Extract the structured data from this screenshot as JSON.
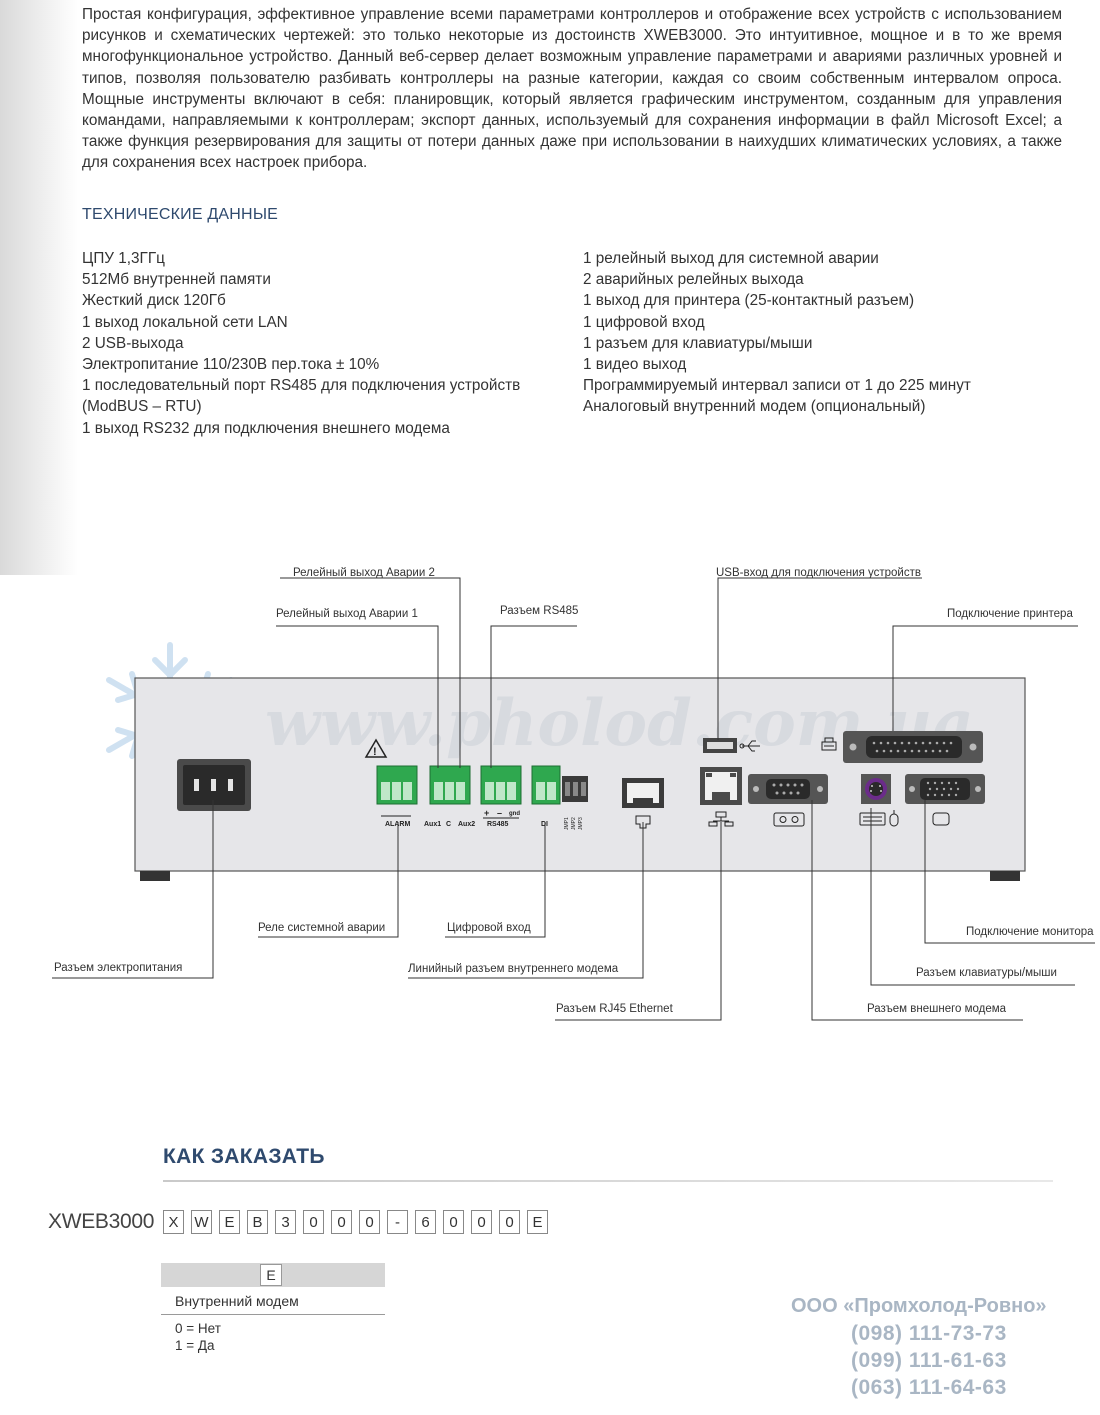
{
  "intro": "Простая конфигурация, эффективное управление всеми параметрами контроллеров и отображение всех устройств с использованием рисунков и схематических чертежей: это только некоторые из достоинств XWEB3000. Это интуитивное, мощное и в то же время многофункциональное устройство. Данный веб-сервер делает возможным управление параметрами и авариями различных уровней и типов, позволяя пользователю разбивать контроллеры на разные категории, каждая со своим собственным интервалом опроса. Мощные инструменты включают в себя: планировщик, который является графическим инструментом, созданным для управления командами, направляемыми к контроллерам; экспорт данных, используемый для сохранения информации в файл Microsoft Excel; а также функция резервирования для защиты от потери данных даже при использовании в наихудших климатических условиях, а также для сохранения всех настроек прибора.",
  "tech_title": "ТЕХНИЧЕСКИЕ ДАННЫЕ",
  "specs_left": [
    "ЦПУ 1,3ГГц",
    "512Мб внутренней памяти",
    "Жесткий диск 120Гб",
    "1 выход локальной сети LAN",
    "2 USB-выхода",
    "Электропитание 110/230В пер.тока ± 10%",
    "1 последовательный порт RS485 для подключения устройств (ModBUS – RTU)",
    "1 выход RS232 для подключения внешнего модема"
  ],
  "specs_right": [
    "1 релейный выход для системной аварии",
    "2 аварийных релейных выхода",
    "1 выход для принтера (25-контактный разъем)",
    "1 цифровой вход",
    "1 разъем для клавиатуры/мыши",
    "1 видео выход",
    "Программируемый интервал записи от 1 до 225 минут",
    "Аналоговый внутренний модем (опциональный)"
  ],
  "diagram": {
    "watermark": "www.pholod.com.ua",
    "labels": {
      "relay_alarm2": "Релейный выход Аварии 2",
      "relay_alarm1": "Релейный выход Аварии 1",
      "rs485": "Разъем RS485",
      "usb_in": "USB-вход для подключения устройств",
      "printer": "Подключение принтера",
      "system_alarm_relay": "Реле системной аварии",
      "digital_input": "Цифровой вход",
      "power": "Разъем электропитания",
      "modem_line": "Линийный разъем внутреннего модема",
      "rj45": "Разъем RJ45 Ethernet",
      "monitor": "Подключение монитора",
      "kbd_mouse": "Разъем клавиатуры/мыши",
      "ext_modem": "Разъем внешнего модема"
    },
    "panel_text": {
      "alarm": "ALARM",
      "aux1": "Aux1",
      "c": "C",
      "aux2": "Aux2",
      "plus": "+",
      "minus": "–",
      "gnd": "gnd",
      "rs485": "RS485",
      "di": "DI",
      "jmp1": "JMP1",
      "jmp2": "JMP2",
      "jmp3": "JMP3"
    }
  },
  "order": {
    "title": "КАК ЗАКАЗАТЬ",
    "model": "XWEB3000",
    "code": [
      "X",
      "W",
      "E",
      "B",
      "3",
      "0",
      "0",
      "0",
      "-",
      "6",
      "0",
      "0",
      "0",
      "E"
    ],
    "option_letter": "E",
    "option_label": "Внутренний модем",
    "option_values": [
      "0 = Нет",
      "1 = Да"
    ]
  },
  "company": {
    "name": "ООО «Промхолод-Ровно»",
    "phones": [
      "(098) 111-73-73",
      "(099) 111-61-63",
      "(063) 111-64-63"
    ]
  }
}
